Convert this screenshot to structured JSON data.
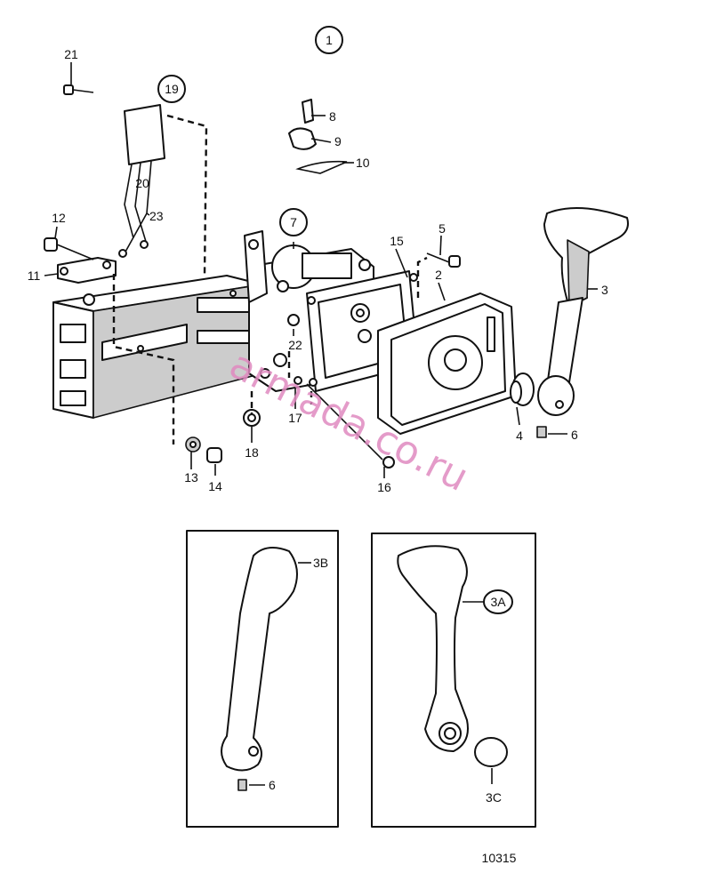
{
  "diagram": {
    "callouts": {
      "c1": "1",
      "c2": "2",
      "c3": "3",
      "c3A": "3A",
      "c3B": "3B",
      "c3C": "3C",
      "c4": "4",
      "c5": "5",
      "c6a": "6",
      "c6b": "6",
      "c7": "7",
      "c8": "8",
      "c9": "9",
      "c10": "10",
      "c11": "11",
      "c12": "12",
      "c13": "13",
      "c14": "14",
      "c15": "15",
      "c16": "16",
      "c17": "17",
      "c18": "18",
      "c19": "19",
      "c20": "20",
      "c21": "21",
      "c22": "22",
      "c23": "23"
    },
    "figure_number": "10315",
    "watermark": "armada.co.ru"
  }
}
